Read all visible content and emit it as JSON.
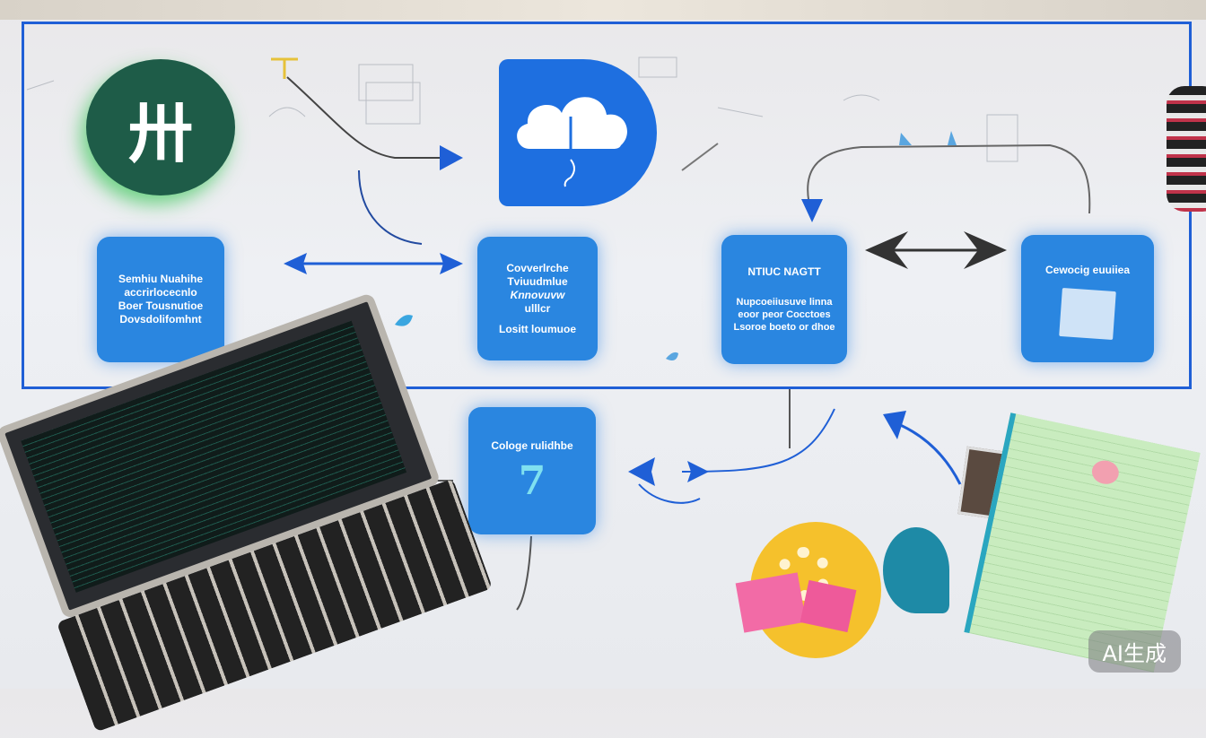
{
  "logo": {
    "glyph": "卅"
  },
  "tiles": {
    "t1": {
      "lines": [
        "Semhiu Nuahihe",
        "accrirlocecnlo",
        "Boer Tousnutioe",
        "Dovsdolifomhnt"
      ]
    },
    "t2": {
      "lines": [
        "Covverlrche",
        "Tviuudmlue",
        "Knnovuvw",
        "ulllcr",
        "Lositt loumuoe"
      ]
    },
    "t3": {
      "title": "NTIUC NAGTT",
      "lines": [
        "Nupcoeiiusuve linna",
        "eoor peor Cocctoes",
        "Lsoroe boeto or dhoe"
      ]
    },
    "t4": {
      "title": "Cewocig euuiiea"
    },
    "t5": {
      "title": "Cologe rulidhbe",
      "glyph": "7"
    }
  },
  "badge": {
    "text": "AI生成"
  },
  "colors": {
    "accent": "#1f5fd6",
    "tile": "#2a86e0",
    "logo": "#1e5c48"
  }
}
